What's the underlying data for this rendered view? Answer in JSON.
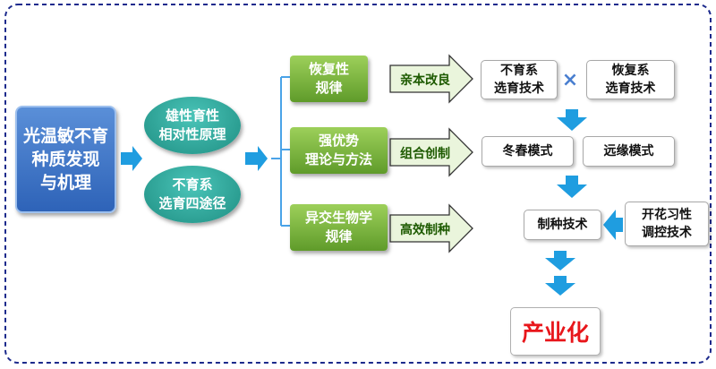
{
  "diagram": {
    "main_node": {
      "lines": [
        "光温敏不育",
        "种质发现",
        "与机理"
      ]
    },
    "ellipses": [
      {
        "lines": [
          "雄性育性",
          "相对性原理"
        ]
      },
      {
        "lines": [
          "不育系",
          "选育四途径"
        ]
      }
    ],
    "theories": [
      {
        "lines": [
          "恢复性",
          "规律"
        ],
        "arrow_label": "亲本改良"
      },
      {
        "lines": [
          "强优势",
          "理论与方法"
        ],
        "arrow_label": "组合创制"
      },
      {
        "lines": [
          "异交生物学",
          "规律"
        ],
        "arrow_label": "高效制种"
      }
    ],
    "boxes": {
      "sterile_breeding": {
        "lines": [
          "不育系",
          "选育技术"
        ]
      },
      "restorer_breeding": {
        "lines": [
          "恢复系",
          "选育技术"
        ]
      },
      "cross_symbol": "×",
      "winter_spring_mode": "冬春模式",
      "distant_mode": "远缘模式",
      "seed_production_tech": "制种技术",
      "flowering_control": {
        "lines": [
          "开花习性",
          "调控技术"
        ]
      },
      "industrialization": "产业化"
    },
    "colors": {
      "border_dash": "#1c2a8c",
      "main_blue": "#2e63b8",
      "ellipse_teal": "#1f8f83",
      "theory_green": "#5f9b2a",
      "arrow_blue": "#1f9de0",
      "label_arrow_fill": "#eaf5dc",
      "industry_red": "#e8161b"
    }
  }
}
